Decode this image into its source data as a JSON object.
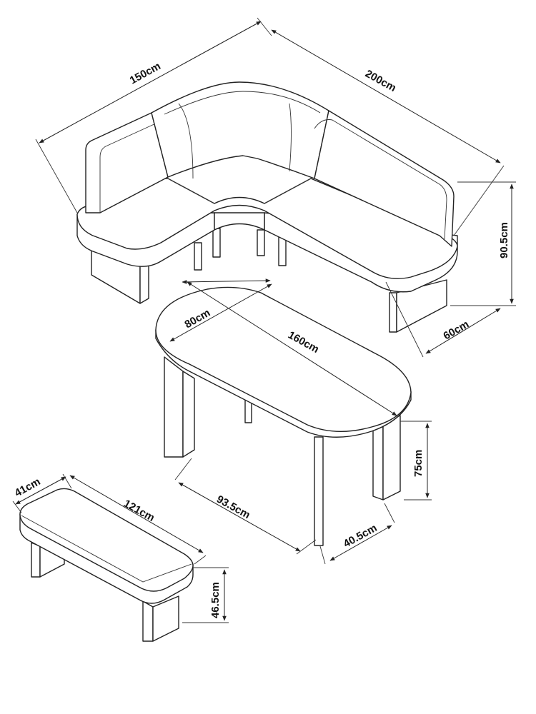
{
  "colors": {
    "line": "#222222",
    "background": "#ffffff"
  },
  "dimensions": {
    "corner_bench_left_length": "150cm",
    "corner_bench_right_length": "200cm",
    "corner_bench_height": "90.5cm",
    "corner_bench_depth": "60cm",
    "table_width": "80cm",
    "table_length": "160cm",
    "table_height": "75cm",
    "table_leg_span_length": "93.5cm",
    "table_leg_span_width": "40.5cm",
    "bench_depth": "41cm",
    "bench_length": "121cm",
    "bench_height": "46.5cm"
  }
}
